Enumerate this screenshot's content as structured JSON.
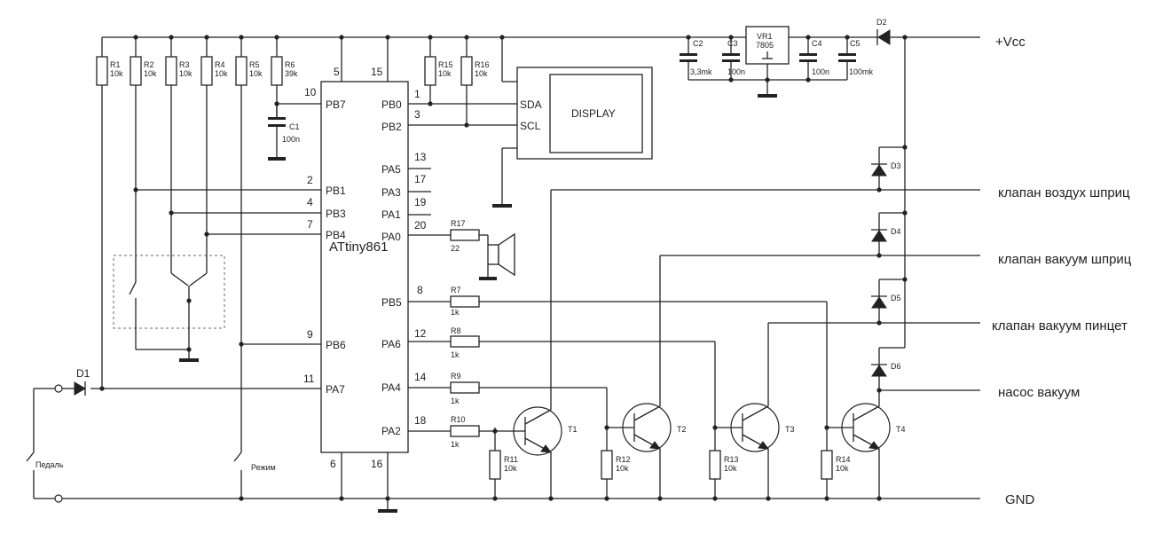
{
  "power": {
    "vcc": "+Vcc",
    "gnd": "GND"
  },
  "mcu": {
    "name": "ATtiny861",
    "top_pins": [
      "5",
      "15"
    ],
    "bottom_pins": [
      "6",
      "16"
    ],
    "left_pins": [
      {
        "num": "10",
        "name": "PB7"
      },
      {
        "num": "2",
        "name": "PB1"
      },
      {
        "num": "4",
        "name": "PB3"
      },
      {
        "num": "7",
        "name": "PB4"
      },
      {
        "num": "9",
        "name": "PB6"
      },
      {
        "num": "11",
        "name": "PA7"
      }
    ],
    "right_pins": [
      {
        "num": "1",
        "name": "PB0"
      },
      {
        "num": "3",
        "name": "PB2"
      },
      {
        "num": "13",
        "name": "PA5"
      },
      {
        "num": "17",
        "name": "PA3"
      },
      {
        "num": "19",
        "name": "PA1"
      },
      {
        "num": "20",
        "name": "PA0"
      },
      {
        "num": "8",
        "name": "PB5"
      },
      {
        "num": "12",
        "name": "PA6"
      },
      {
        "num": "14",
        "name": "PA4"
      },
      {
        "num": "18",
        "name": "PA2"
      }
    ]
  },
  "display": {
    "label": "DISPLAY",
    "sda": "SDA",
    "scl": "SCL"
  },
  "pullups": [
    {
      "ref": "R1",
      "value": "10k"
    },
    {
      "ref": "R2",
      "value": "10k"
    },
    {
      "ref": "R3",
      "value": "10k"
    },
    {
      "ref": "R4",
      "value": "10k"
    },
    {
      "ref": "R5",
      "value": "10k"
    },
    {
      "ref": "R6",
      "value": "39k"
    },
    {
      "ref": "R15",
      "value": "10k"
    },
    {
      "ref": "R16",
      "value": "10k"
    }
  ],
  "c1": {
    "ref": "C1",
    "value": "100n"
  },
  "caps": [
    {
      "ref": "C2",
      "value": "3,3mk"
    },
    {
      "ref": "C3",
      "value": "100n"
    },
    {
      "ref": "C4",
      "value": "100n"
    },
    {
      "ref": "C5",
      "value": "100mk"
    }
  ],
  "regulator": {
    "ref": "VR1",
    "part": "7805"
  },
  "diodes": [
    "D1",
    "D2",
    "D3",
    "D4",
    "D5",
    "D6"
  ],
  "r17": {
    "ref": "R17",
    "value": "22"
  },
  "base_resistors": [
    {
      "ref": "R7",
      "value": "1k"
    },
    {
      "ref": "R8",
      "value": "1k"
    },
    {
      "ref": "R9",
      "value": "1k"
    },
    {
      "ref": "R10",
      "value": "1k"
    }
  ],
  "pulldowns": [
    {
      "ref": "R11",
      "value": "10k"
    },
    {
      "ref": "R12",
      "value": "10k"
    },
    {
      "ref": "R13",
      "value": "10k"
    },
    {
      "ref": "R14",
      "value": "10k"
    }
  ],
  "transistors": [
    "T1",
    "T2",
    "T3",
    "T4"
  ],
  "switches": {
    "pedal": "Педаль",
    "mode": "Режим"
  },
  "outputs": [
    "клапан воздух шприц",
    "клапан вакуум шприц",
    "клапан вакуум пинцет",
    "насос вакуум"
  ]
}
